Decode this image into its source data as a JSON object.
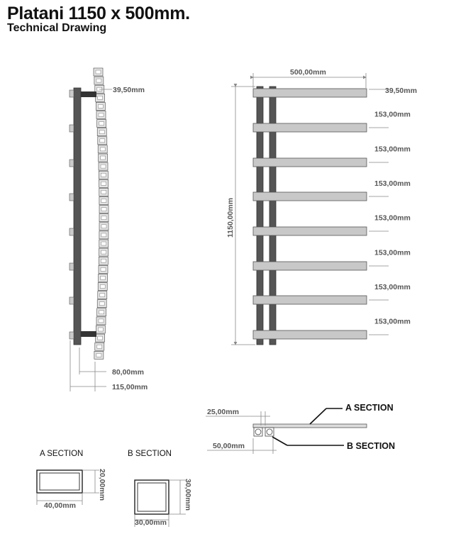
{
  "header": {
    "title": "Platani 1150 x 500mm.",
    "subtitle": "Technical Drawing"
  },
  "side_view": {
    "top_offset": "39,50mm",
    "depth_inner": "80,00mm",
    "depth_total": "115,00mm"
  },
  "front_view": {
    "width": "500,00mm",
    "height": "1150,00mm",
    "top_offset": "39,50mm",
    "spacing": [
      "153,00mm",
      "153,00mm",
      "153,00mm",
      "153,00mm",
      "153,00mm",
      "153,00mm",
      "153,00mm"
    ]
  },
  "top_view": {
    "dim_a": "25,00mm",
    "dim_b": "50,00mm",
    "callout_a": "A SECTION",
    "callout_b": "B SECTION"
  },
  "section_a": {
    "label": "A SECTION",
    "width": "40,00mm",
    "height": "20,00mm"
  },
  "section_b": {
    "label": "B SECTION",
    "width": "30,00mm",
    "height": "30,00mm"
  },
  "colors": {
    "bar_fill": "#c8c8c8",
    "post_fill": "#555555",
    "line": "#888888"
  }
}
